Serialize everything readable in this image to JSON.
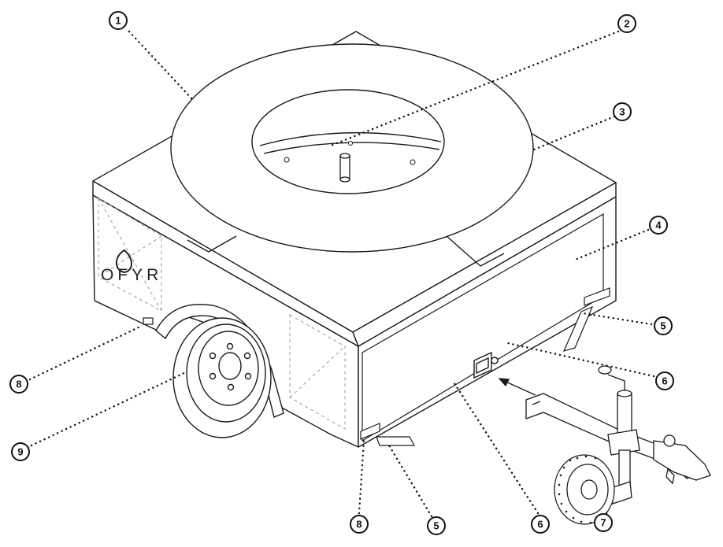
{
  "brand": {
    "logo_text": "OFYR"
  },
  "colors": {
    "line": "#1a1a1a",
    "hidden_line": "#9a9a9a",
    "callout": "#111111"
  },
  "callouts": [
    {
      "id": "c1a",
      "label": "1"
    },
    {
      "id": "c2a",
      "label": "2"
    },
    {
      "id": "c3a",
      "label": "3"
    },
    {
      "id": "c4a",
      "label": "4"
    },
    {
      "id": "c5a",
      "label": "5"
    },
    {
      "id": "c6a",
      "label": "6"
    },
    {
      "id": "c8a",
      "label": "8"
    },
    {
      "id": "c9a",
      "label": "9"
    },
    {
      "id": "c8b",
      "label": "8"
    },
    {
      "id": "c5b",
      "label": "5"
    },
    {
      "id": "c6b",
      "label": "6"
    },
    {
      "id": "c7a",
      "label": "7"
    }
  ]
}
